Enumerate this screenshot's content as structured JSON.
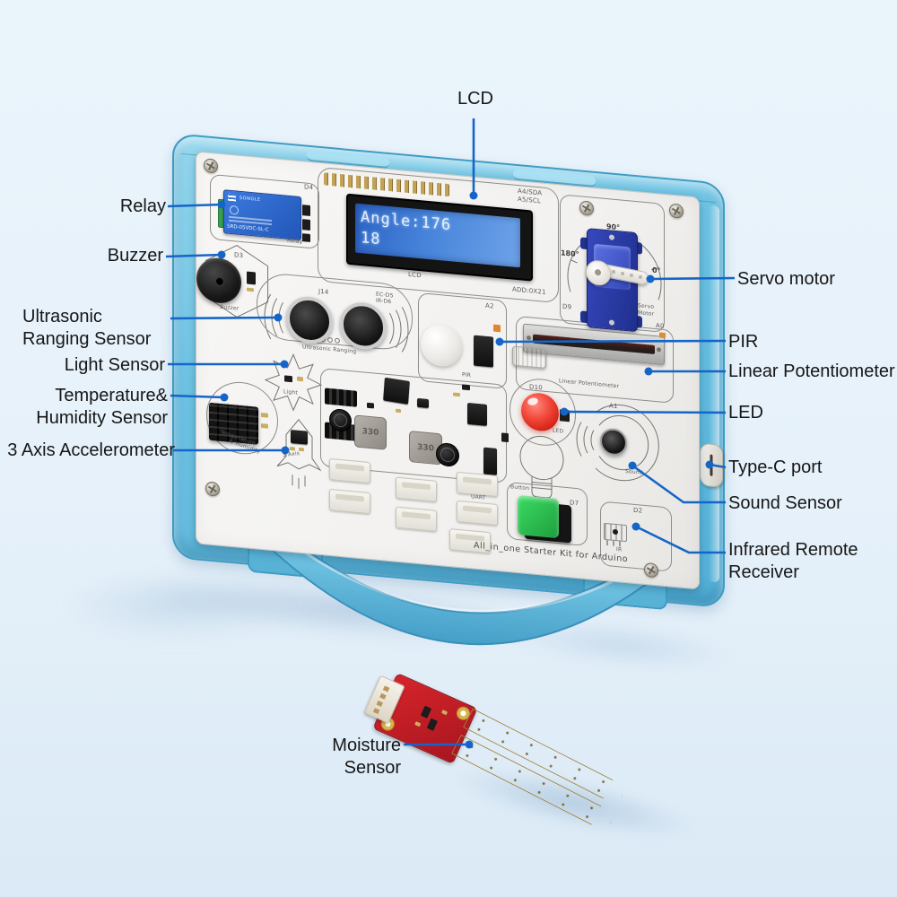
{
  "callouts": {
    "lcd": "LCD",
    "relay": "Relay",
    "buzzer": "Buzzer",
    "ultrasonic": "Ultrasonic Ranging Sensor",
    "light_sensor": "Light Sensor",
    "temp_humidity": "Temperature& Humidity Sensor",
    "accelerometer": "3 Axis Accelerometer",
    "servo": "Servo motor",
    "pir": "PIR",
    "potentiometer": "Linear Potentiometer",
    "led": "LED",
    "type_c": "Type-C port",
    "sound": "Sound Sensor",
    "ir_receiver": "Infrared Remote Receiver",
    "moisture": "Moisture Sensor"
  },
  "lcd_display": {
    "line1": "Angle:176",
    "line2": "18"
  },
  "relay_module": {
    "brand": "SONGLE",
    "model": "SRD-05VDC-SL-C"
  },
  "panel_silk": {
    "d4": "D4",
    "relay": "Relay",
    "a4sda": "A4/SDA",
    "a5scl": "A5/SCL",
    "lcd": "LCD",
    "add": "ADD:0X21",
    "d3": "D3",
    "buzzer": "Buzzer",
    "j14": "J14",
    "ecd5": "EC-D5",
    "ird6": "IR-D6",
    "ultrasonic": "Ultrasonic Ranging",
    "a2": "A2",
    "pir": "PIR",
    "d9": "D9",
    "servo_line1": "Servo",
    "servo_line2": "Motor",
    "deg90": "90°",
    "deg180": "180°",
    "deg0": "0°",
    "a0": "A0",
    "potentiometer": "Linear Potentiometer",
    "d10": "D10",
    "led": "LED",
    "a1": "A1",
    "sound": "Sound",
    "light": "Light",
    "temperature": "Temperature",
    "humidity": "& Humidity",
    "axis3": "3 Axis",
    "button": "Button",
    "d7": "D7",
    "d2": "D2",
    "ir": "IR",
    "uart": "UART",
    "inductor": "330",
    "case_text": "All_in_one Starter Kit for Arduino"
  },
  "colors": {
    "leader_line": "#1565c8",
    "case_blue": "#6cc2e2",
    "panel": "#f4f3f1",
    "lcd_screen": "#3b79d8",
    "led_red": "#e02315",
    "button_green": "#2ab84a",
    "relay_blue": "#2f6fd0",
    "servo_blue": "#2b3f9e",
    "moisture_pcb": "#c41f26"
  }
}
